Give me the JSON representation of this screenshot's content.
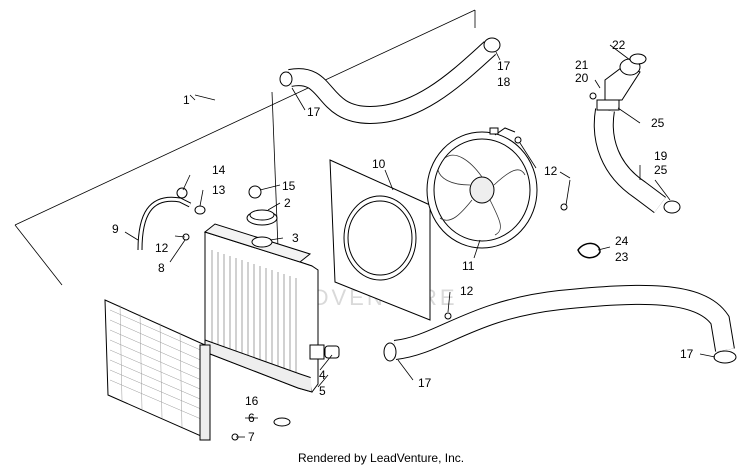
{
  "diagram": {
    "footer": "Rendered by LeadVenture, Inc.",
    "watermark": "LEADVENTURE",
    "callouts": [
      {
        "id": "c1",
        "label": "1"
      },
      {
        "id": "c2",
        "label": "2"
      },
      {
        "id": "c3",
        "label": "3"
      },
      {
        "id": "c4",
        "label": "4"
      },
      {
        "id": "c5",
        "label": "5"
      },
      {
        "id": "c6",
        "label": "6"
      },
      {
        "id": "c7",
        "label": "7"
      },
      {
        "id": "c8",
        "label": "8"
      },
      {
        "id": "c9",
        "label": "9"
      },
      {
        "id": "c10",
        "label": "10"
      },
      {
        "id": "c11",
        "label": "11"
      },
      {
        "id": "c12a",
        "label": "12"
      },
      {
        "id": "c12b",
        "label": "12"
      },
      {
        "id": "c12c",
        "label": "12"
      },
      {
        "id": "c13",
        "label": "13"
      },
      {
        "id": "c14",
        "label": "14"
      },
      {
        "id": "c15",
        "label": "15"
      },
      {
        "id": "c16",
        "label": "16"
      },
      {
        "id": "c17a",
        "label": "17"
      },
      {
        "id": "c17b",
        "label": "17"
      },
      {
        "id": "c17c",
        "label": "17"
      },
      {
        "id": "c17d",
        "label": "17"
      },
      {
        "id": "c18",
        "label": "18"
      },
      {
        "id": "c19",
        "label": "19"
      },
      {
        "id": "c20",
        "label": "20"
      },
      {
        "id": "c21",
        "label": "21"
      },
      {
        "id": "c22",
        "label": "22"
      },
      {
        "id": "c23",
        "label": "23"
      },
      {
        "id": "c24",
        "label": "24"
      },
      {
        "id": "c25a",
        "label": "25"
      },
      {
        "id": "c25b",
        "label": "25"
      }
    ]
  }
}
